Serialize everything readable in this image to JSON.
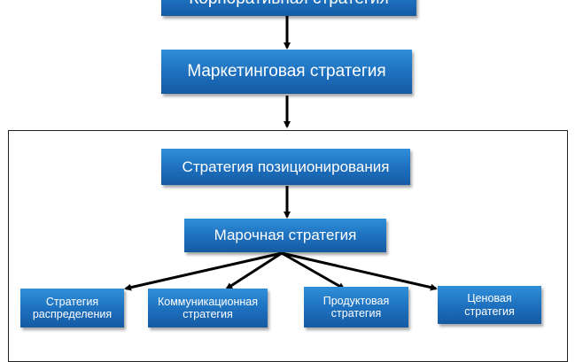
{
  "diagram": {
    "nodes": {
      "corporate": "Корпоративная стратегия",
      "marketing": "Маркетинговая стратегия",
      "positioning": "Стратегия позиционирования",
      "brand": "Марочная стратегия",
      "distribution": "Стратегия\nраспределения",
      "communication": "Коммуникационная\nстратегия",
      "product": "Продуктовая\nстратегия",
      "price": "Ценовая\nстратегия"
    },
    "edges": [
      [
        "corporate",
        "marketing"
      ],
      [
        "marketing",
        "positioning"
      ],
      [
        "positioning",
        "brand"
      ],
      [
        "brand",
        "distribution"
      ],
      [
        "brand",
        "communication"
      ],
      [
        "brand",
        "product"
      ],
      [
        "brand",
        "price"
      ]
    ],
    "colors": {
      "box_fill_top": "#2f8fd8",
      "box_fill_bottom": "#155aa3",
      "text": "#ffffff",
      "arrow": "#000000",
      "frame": "#222222"
    }
  }
}
